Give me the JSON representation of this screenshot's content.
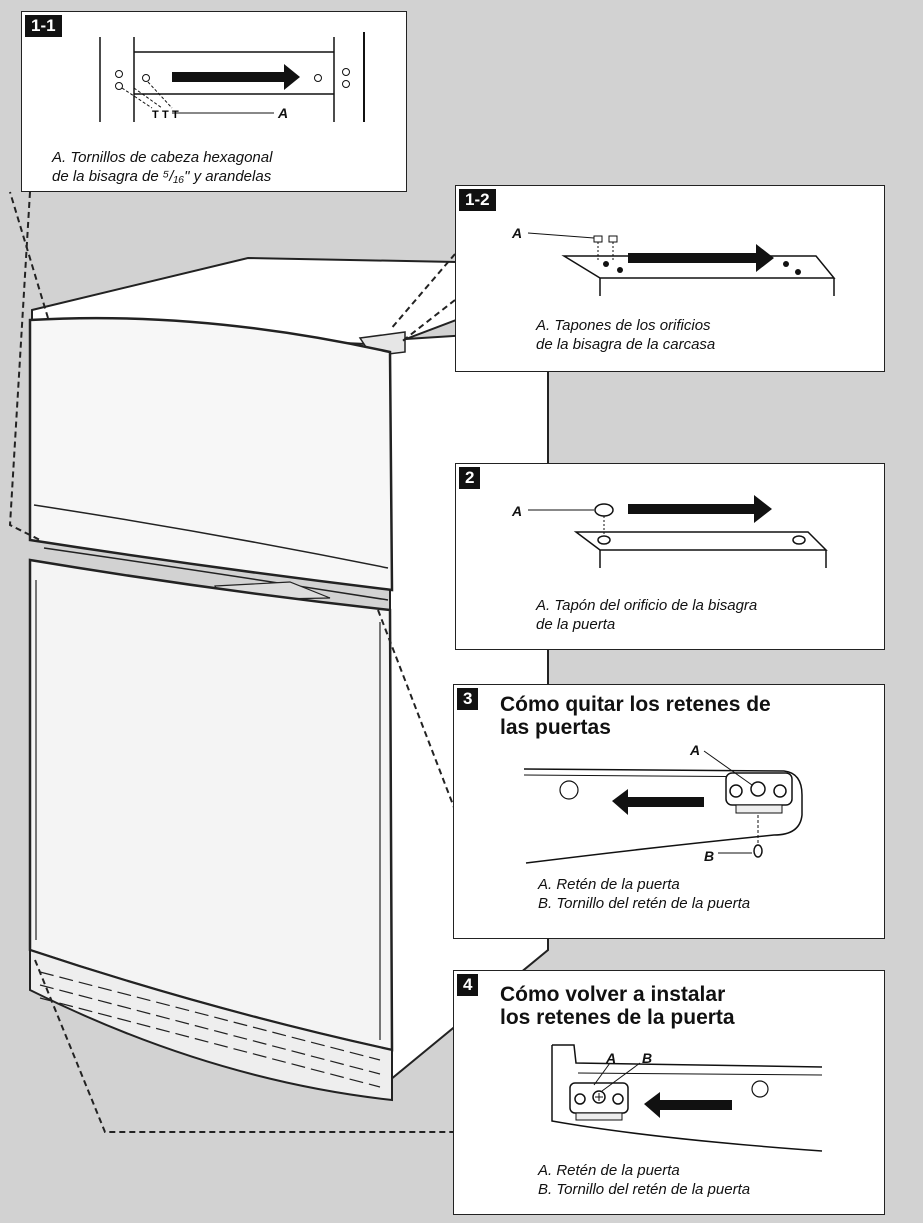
{
  "panels": {
    "p1_1": {
      "number": "1-1",
      "caption": "A. Tornillos de cabeza hexagonal\n    de la bisagra de ⁵/₁₆\" y arandelas",
      "label_a": "A"
    },
    "p1_2": {
      "number": "1-2",
      "caption": "A. Tapones de los orificios\n    de la bisagra de la carcasa",
      "label_a": "A"
    },
    "p2": {
      "number": "2",
      "caption": "A. Tapón del orificio de la bisagra\n    de la puerta",
      "label_a": "A"
    },
    "p3": {
      "number": "3",
      "title": "Cómo quitar los retenes de\nlas puertas",
      "caption": "A. Retén de la puerta\nB. Tornillo del retén de la puerta",
      "label_a": "A",
      "label_b": "B"
    },
    "p4": {
      "number": "4",
      "title": "Cómo volver a instalar\nlos retenes de la puerta",
      "caption": "A. Retén de la puerta\nB. Tornillo del retén de la puerta",
      "label_a": "A",
      "label_b": "B"
    }
  }
}
